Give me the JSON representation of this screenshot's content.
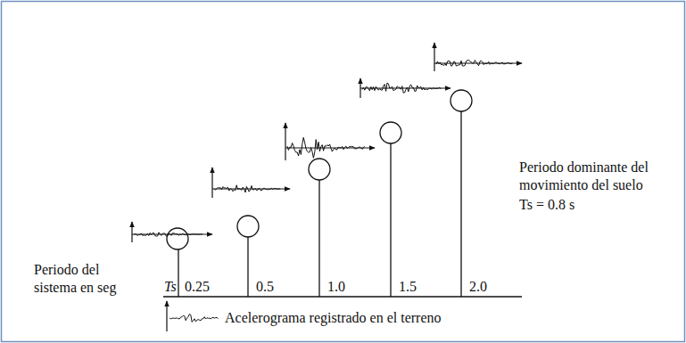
{
  "diagram": {
    "labels": [
      "Periodo del sistema en seg",
      "Ts",
      "0.25",
      "0.5",
      "1.0",
      "1.5",
      "2.0",
      "Periodo dominante del movimiento del suelo",
      "Ts = 0.8 s",
      "Acelerograma registrado en el terreno"
    ]
  }
}
